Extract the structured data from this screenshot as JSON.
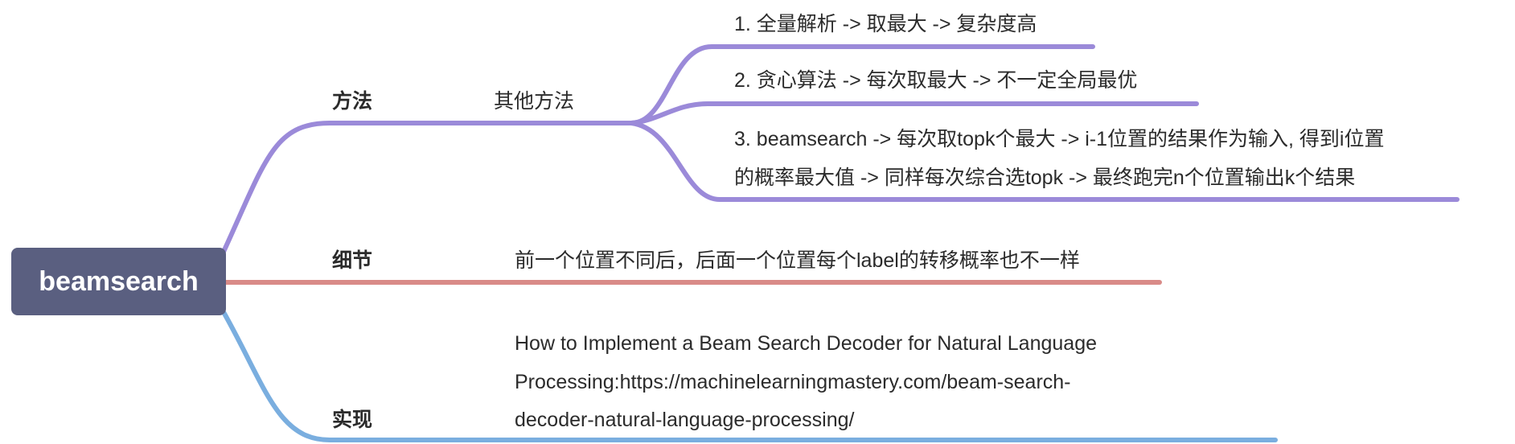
{
  "root": {
    "label": "beamsearch"
  },
  "colors": {
    "root": "#5a5f80",
    "method": "#9b8ad9",
    "detail": "#d98b88",
    "impl": "#7aaedf"
  },
  "branches": {
    "method": {
      "label": "方法",
      "child": {
        "label": "其他方法",
        "items": [
          "1. 全量解析 -> 取最大 -> 复杂度高",
          "2. 贪心算法 -> 每次取最大 -> 不一定全局最优",
          "3. beamsearch -> 每次取topk个最大 -> i-1位置的结果作为输入, 得到i位置",
          "的概率最大值 -> 同样每次综合选topk -> 最终跑完n个位置输出k个结果"
        ]
      }
    },
    "detail": {
      "label": "细节",
      "child": "前一个位置不同后，后面一个位置每个label的转移概率也不一样"
    },
    "impl": {
      "label": "实现",
      "lines": [
        "How to Implement a Beam Search Decoder for Natural Language",
        "Processing:https://machinelearningmastery.com/beam-search-",
        "decoder-natural-language-processing/"
      ]
    }
  }
}
